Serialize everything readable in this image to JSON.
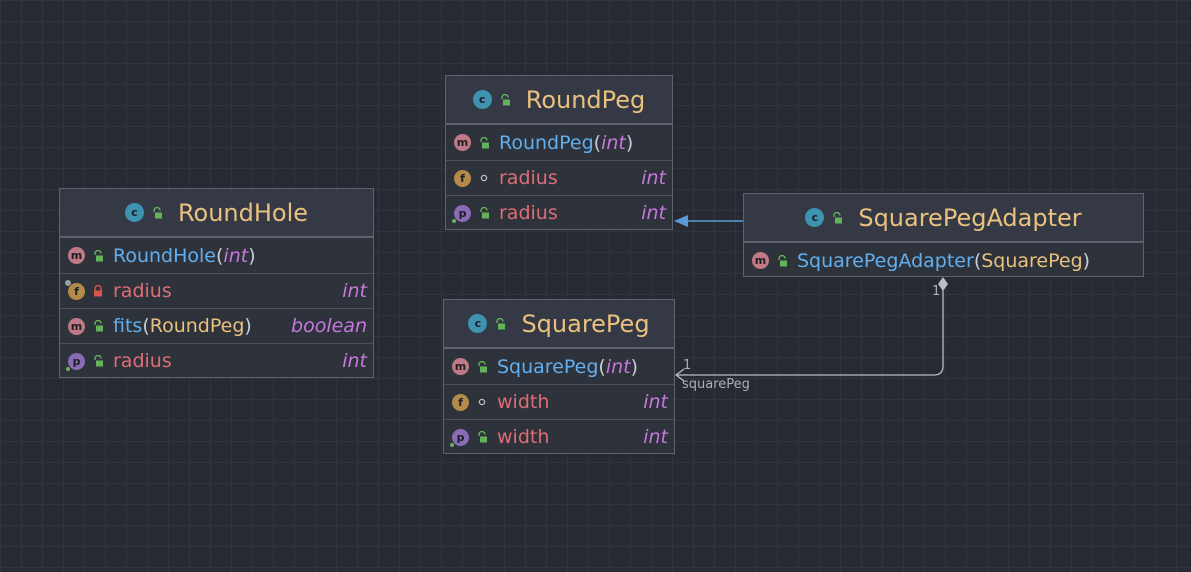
{
  "classes": {
    "roundhole": {
      "name": "RoundHole",
      "constructor": {
        "name": "RoundHole",
        "param": "int"
      },
      "field": {
        "name": "radius",
        "type": "int"
      },
      "method": {
        "name": "fits",
        "param": "RoundPeg",
        "return": "boolean"
      },
      "property": {
        "name": "radius",
        "type": "int"
      }
    },
    "roundpeg": {
      "name": "RoundPeg",
      "constructor": {
        "name": "RoundPeg",
        "param": "int"
      },
      "field": {
        "name": "radius",
        "type": "int"
      },
      "property": {
        "name": "radius",
        "type": "int"
      }
    },
    "squarepeg": {
      "name": "SquarePeg",
      "constructor": {
        "name": "SquarePeg",
        "param": "int"
      },
      "field": {
        "name": "width",
        "type": "int"
      },
      "property": {
        "name": "width",
        "type": "int"
      }
    },
    "adapter": {
      "name": "SquarePegAdapter",
      "constructor": {
        "name": "SquarePegAdapter",
        "param": "SquarePeg"
      }
    }
  },
  "badges": {
    "class": "c",
    "method": "m",
    "field": "f",
    "property": "p"
  },
  "punctuation": {
    "open": "(",
    "close": ")"
  },
  "association": {
    "source_multiplicity": "1",
    "target_multiplicity": "1",
    "role": "squarePeg"
  },
  "colors": {
    "class_name": "#e9c17e",
    "method_name": "#61afef",
    "field_name": "#e06c75",
    "type": "#c678dd",
    "generalization": "#5a9bd5",
    "association": "#b9bec8"
  }
}
